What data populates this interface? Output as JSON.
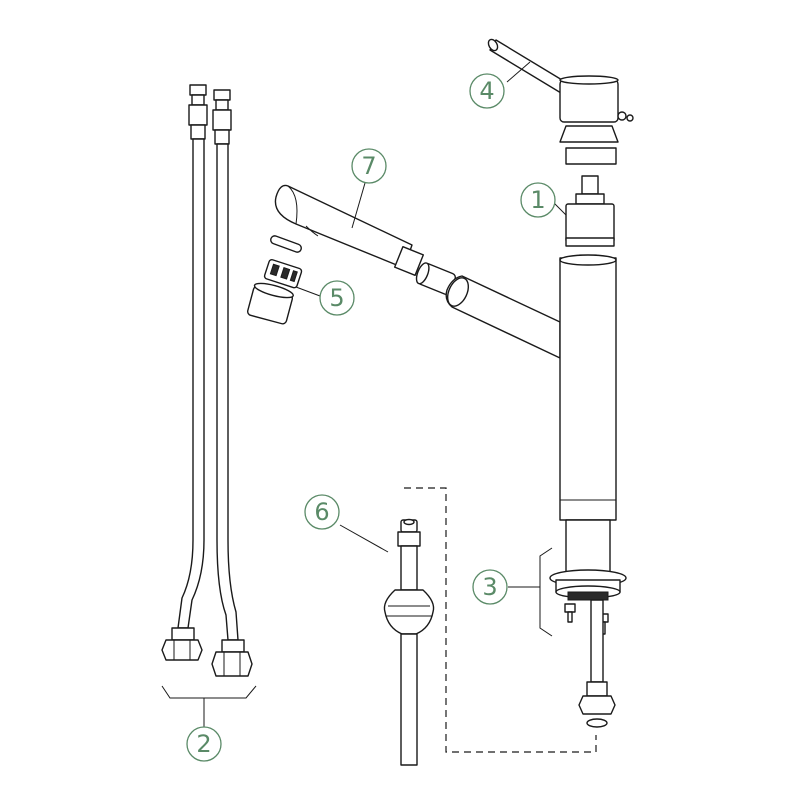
{
  "callout_color": "#5a8a67",
  "callouts": [
    {
      "id": "1",
      "label": "1"
    },
    {
      "id": "2",
      "label": "2"
    },
    {
      "id": "3",
      "label": "3"
    },
    {
      "id": "4",
      "label": "4"
    },
    {
      "id": "5",
      "label": "5"
    },
    {
      "id": "6",
      "label": "6"
    },
    {
      "id": "7",
      "label": "7"
    }
  ]
}
